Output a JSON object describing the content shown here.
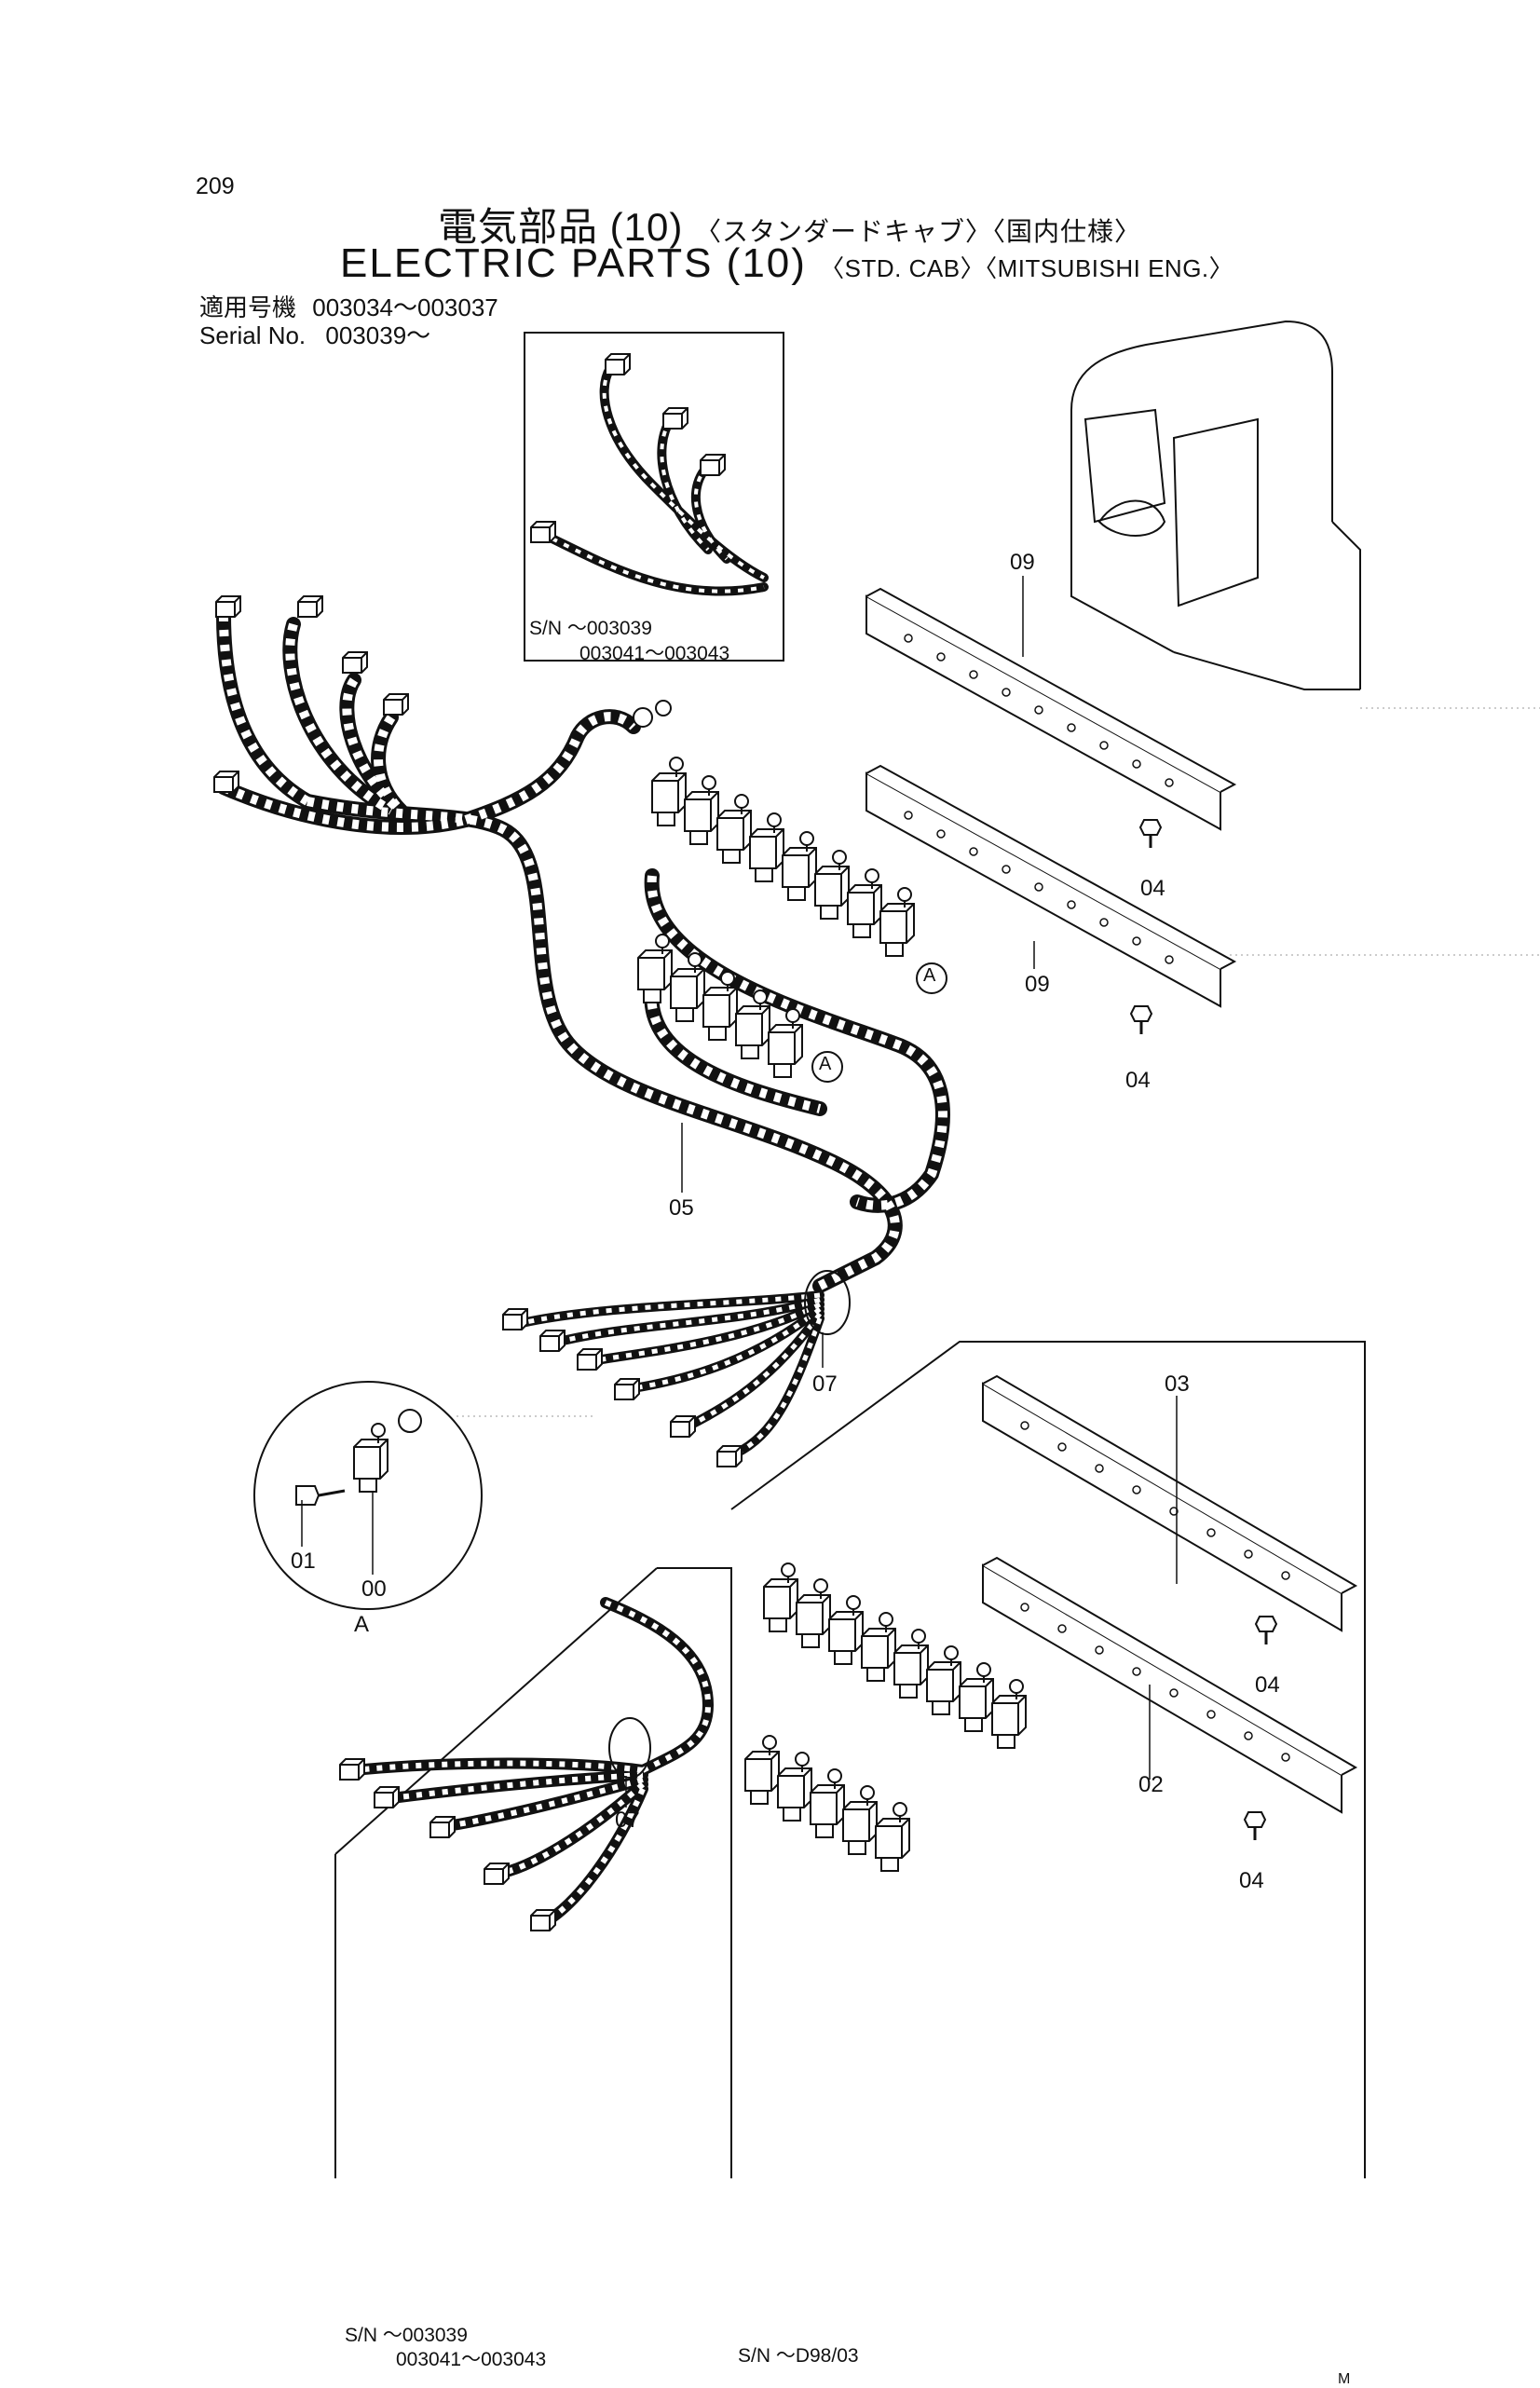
{
  "page_number": "209",
  "title_jp": {
    "main": "電気部品 (10)",
    "suffix": "〈スタンダードキャブ〉〈国内仕様〉"
  },
  "title_en": {
    "main": "ELECTRIC PARTS (10)",
    "suffix": "〈STD. CAB〉〈MITSUBISHI ENG.〉"
  },
  "serial": {
    "jp_label": "適用号機",
    "jp_range": "003034～003037",
    "en_label": "Serial No.",
    "en_range": "003039～"
  },
  "insets": {
    "top": {
      "line1": "S/N  ～003039",
      "line2": "003041～003043"
    },
    "bottom_left": {
      "line1": "S/N  ～003039",
      "line2": "003041～003043"
    },
    "bottom_right": {
      "line1": "S/N  ～D98/03"
    }
  },
  "callouts": {
    "p09a": "09",
    "p09b": "09",
    "p04a": "04",
    "p04b": "04",
    "p05": "05",
    "p07a": "07",
    "p07b": "07",
    "p03": "03",
    "p02": "02",
    "p04c": "04",
    "p04d": "04",
    "p01": "01",
    "p00": "00",
    "detail": "A",
    "ref_a1": "A",
    "ref_a2": "A"
  },
  "footer_mark": "M"
}
